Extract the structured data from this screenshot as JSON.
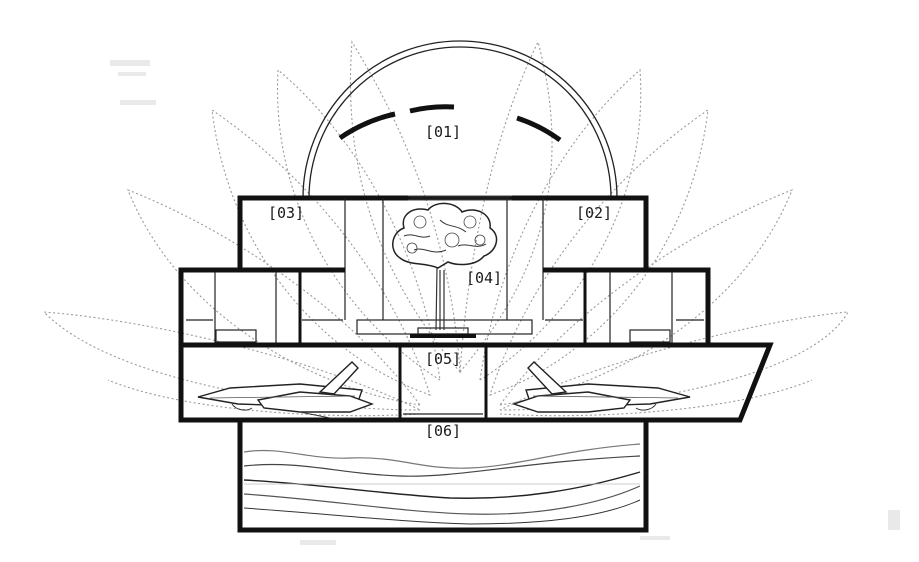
{
  "labels": {
    "dome": "[01]",
    "right_tower": "[02]",
    "left_tower": "[03]",
    "tree_court": "[04]",
    "central_hall": "[05]",
    "lower_basin": "[06]"
  },
  "colors": {
    "structure": "#111111",
    "petal_outline": "#9a9a9a",
    "terrain_line": "#444444",
    "background": "#ffffff"
  }
}
